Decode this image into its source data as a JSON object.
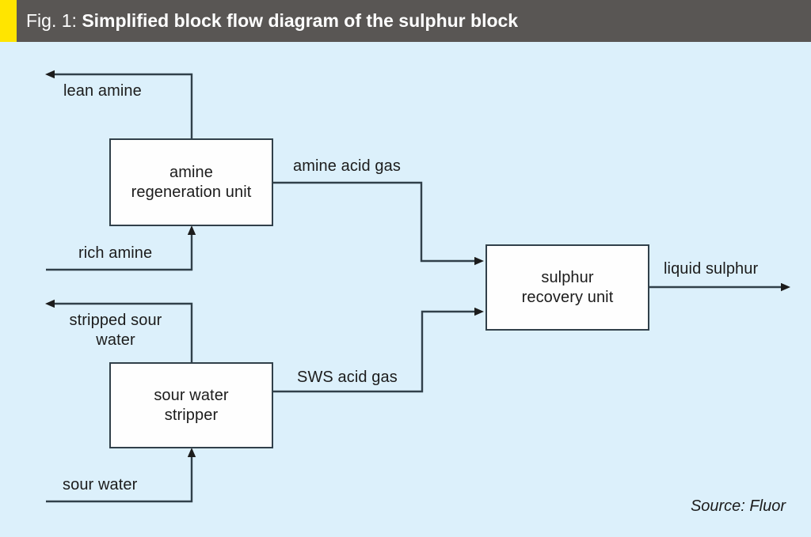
{
  "header": {
    "figure_label": "Fig. 1:",
    "title": "Simplified block flow diagram of the sulphur block",
    "accent_color": "#ffe500",
    "background_color": "#595654",
    "text_color": "#ffffff"
  },
  "canvas": {
    "background_color": "#dcf0fb",
    "line_color": "#31404a",
    "box_fill": "#fefefe",
    "text_color": "#1c1c1c"
  },
  "diagram": {
    "nodes": [
      {
        "id": "amine-regeneration-unit",
        "label": "amine\nregeneration unit"
      },
      {
        "id": "sour-water-stripper",
        "label": "sour water\nstripper"
      },
      {
        "id": "sulphur-recovery-unit",
        "label": "sulphur\nrecovery unit"
      }
    ],
    "edges": [
      {
        "id": "lean-amine",
        "label": "lean amine",
        "from": "amine-regeneration-unit",
        "to": "outside",
        "direction": "out-left"
      },
      {
        "id": "rich-amine",
        "label": "rich amine",
        "from": "outside",
        "to": "amine-regeneration-unit",
        "direction": "in-bottom"
      },
      {
        "id": "amine-acid-gas",
        "label": "amine acid gas",
        "from": "amine-regeneration-unit",
        "to": "sulphur-recovery-unit",
        "direction": "right-down-right"
      },
      {
        "id": "stripped-sour-water",
        "label": "stripped sour\nwater",
        "from": "sour-water-stripper",
        "to": "outside",
        "direction": "out-left"
      },
      {
        "id": "sour-water",
        "label": "sour water",
        "from": "outside",
        "to": "sour-water-stripper",
        "direction": "in-bottom"
      },
      {
        "id": "sws-acid-gas",
        "label": "SWS acid gas",
        "from": "sour-water-stripper",
        "to": "sulphur-recovery-unit",
        "direction": "right-up-right"
      },
      {
        "id": "liquid-sulphur",
        "label": "liquid sulphur",
        "from": "sulphur-recovery-unit",
        "to": "outside",
        "direction": "out-right"
      }
    ]
  },
  "source": {
    "text": "Source: Fluor"
  }
}
